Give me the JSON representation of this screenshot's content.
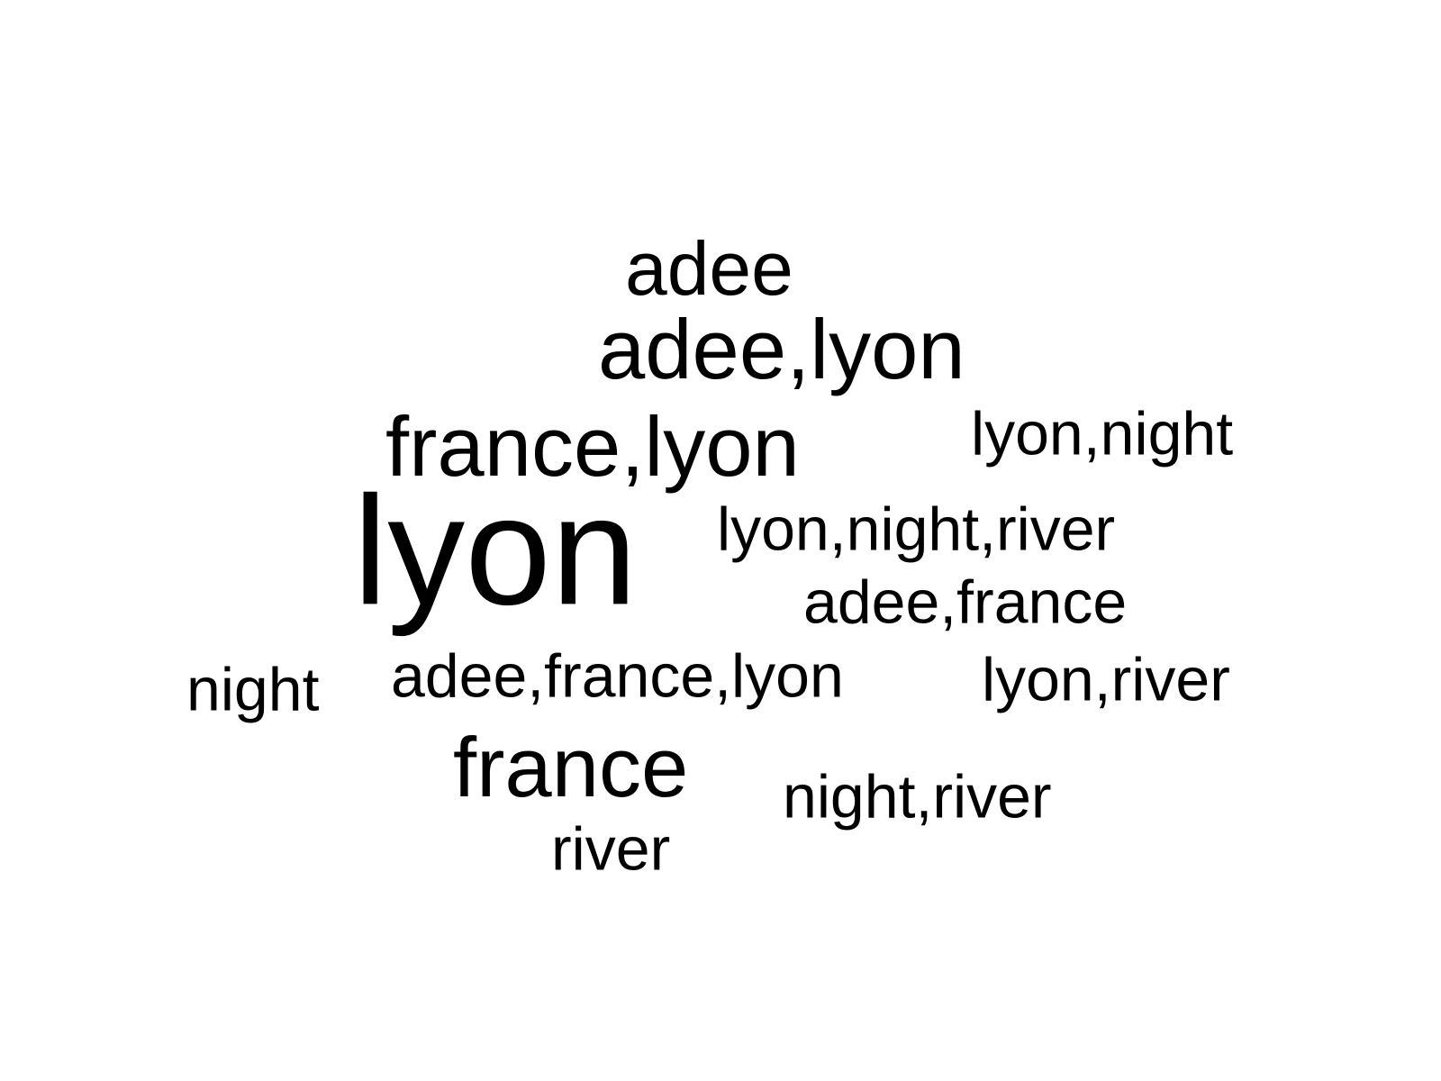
{
  "colors": {
    "background": "#ffffff",
    "text": "#000000"
  },
  "words": {
    "lyon": "lyon",
    "adee": "adee",
    "adee_lyon": "adee,lyon",
    "france_lyon": "france,lyon",
    "france": "france",
    "lyon_night": "lyon,night",
    "lyon_night_river": "lyon,night,river",
    "adee_france": "adee,france",
    "adee_france_lyon": "adee,france,lyon",
    "lyon_river": "lyon,river",
    "night": "night",
    "night_river": "night,river",
    "river": "river"
  }
}
